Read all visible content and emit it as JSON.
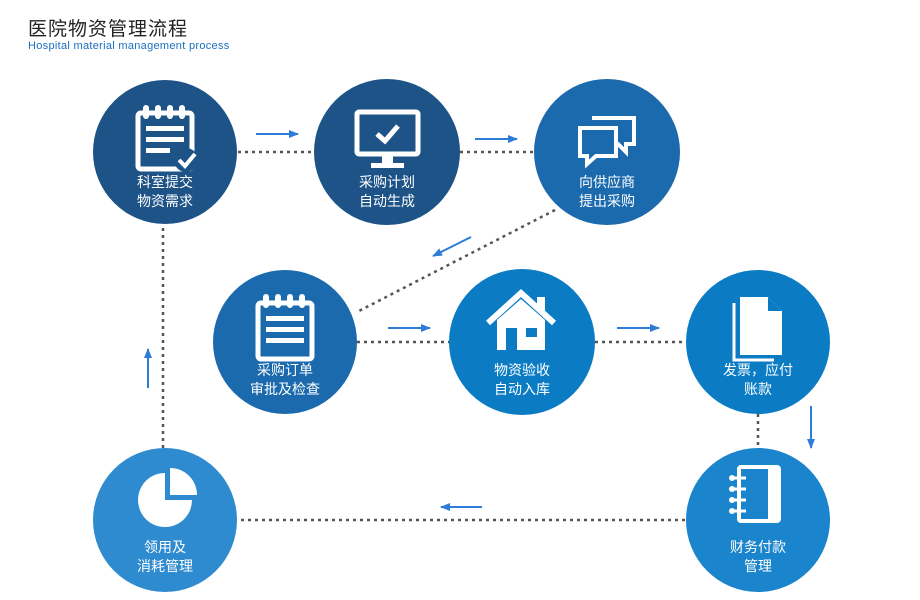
{
  "header": {
    "title": "医院物资管理流程",
    "subtitle": "Hospital material management process"
  },
  "colors": {
    "dark": "#1d5387",
    "mid": "#1b6aad",
    "bright": "#0b7cc4",
    "light": "#2f8bd0",
    "arrow": "#2c7cd8",
    "dots": "#555555"
  },
  "nodes": [
    {
      "id": "dept-request",
      "icon": "checklist-icon",
      "line1": "科室提交",
      "line2": "物资需求"
    },
    {
      "id": "purchase-plan",
      "icon": "monitor-check-icon",
      "line1": "采购计划",
      "line2": "自动生成"
    },
    {
      "id": "supplier",
      "icon": "chat-bubbles-icon",
      "line1": "向供应商",
      "line2": "提出采购"
    },
    {
      "id": "order-review",
      "icon": "notepad-icon",
      "line1": "采购订单",
      "line2": "审批及检查"
    },
    {
      "id": "receive-stock",
      "icon": "house-icon",
      "line1": "物资验收",
      "line2": "自动入库"
    },
    {
      "id": "invoice-pay",
      "icon": "documents-icon",
      "line1": "发票，应付",
      "line2": "账款"
    },
    {
      "id": "finance",
      "icon": "notebook-icon",
      "line1": "财务付款",
      "line2": "管理"
    },
    {
      "id": "consume",
      "icon": "pie-chart-icon",
      "line1": "领用及",
      "line2": "消耗管理"
    }
  ]
}
